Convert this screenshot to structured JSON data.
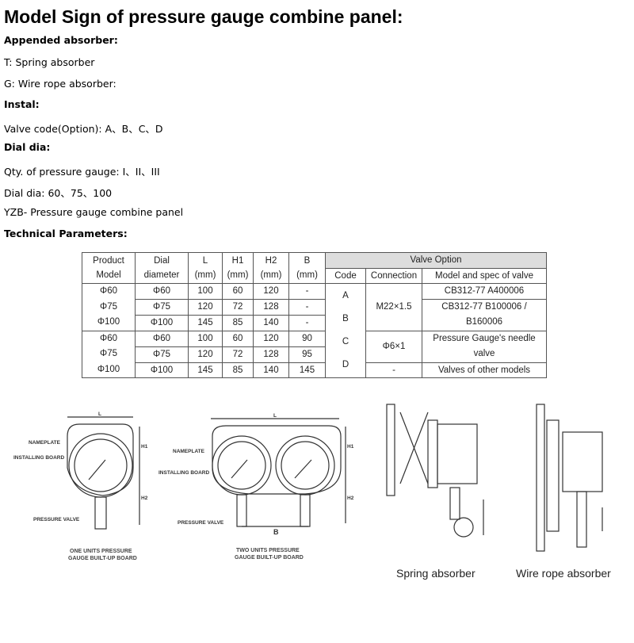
{
  "title": "Model Sign of pressure gauge combine panel:",
  "lines": [
    "Appended absorber:",
    "T: Spring absorber",
    "G: Wire rope absorber:",
    "Instal:",
    "Valve code(Option): A、B、C、D",
    "Dial dia:",
    "Qty. of pressure gauge: I、II、III",
    "Dial dia: 60、75、100",
    "YZB- Pressure gauge combine panel",
    "Technical Parameters:"
  ],
  "table": {
    "headers": {
      "model": [
        "Product",
        "Model"
      ],
      "dial": [
        "Dial",
        "diameter"
      ],
      "L": [
        "L",
        "(mm)"
      ],
      "H1": [
        "H1",
        "(mm)"
      ],
      "H2": [
        "H2",
        "(mm)"
      ],
      "B": [
        "B",
        "(mm)"
      ],
      "valve_option": "Valve Option",
      "code": "Code",
      "connection": "Connection",
      "spec": "Model and spec of valve"
    },
    "models": [
      "Φ60",
      "Φ75",
      "Φ100"
    ],
    "rows": [
      [
        "Φ60",
        "100",
        "60",
        "120",
        "-"
      ],
      [
        "Φ75",
        "120",
        "72",
        "128",
        "-"
      ],
      [
        "Φ100",
        "145",
        "85",
        "140",
        "-"
      ],
      [
        "Φ60",
        "100",
        "60",
        "120",
        "90"
      ],
      [
        "Φ75",
        "120",
        "72",
        "128",
        "95"
      ],
      [
        "Φ100",
        "145",
        "85",
        "140",
        "145"
      ]
    ],
    "codes": [
      "A",
      "B",
      "C",
      "D"
    ],
    "connections": [
      "M22×1.5",
      "Φ6×1",
      "-"
    ],
    "specs": [
      "CB312-77 A400006",
      "CB312-77 B100006 /",
      "B160006",
      "Pressure Gauge's needle",
      "valve",
      "Valves of other models"
    ]
  },
  "figures": {
    "nameplate": "NAMEPLATE",
    "installing": "INSTALLING BOARD",
    "valve": "PRESSURE VALVE",
    "one1": "ONE UNITS PRESSURE",
    "one2": "GAUGE BUILT-UP BOARD",
    "two1": "TWO UNITS PRESSURE",
    "two2": "GAUGE BUILT-UP BOARD",
    "L": "L",
    "H1": "H1",
    "H2": "H2",
    "B": "B",
    "spring": "Spring absorber",
    "wire": "Wire rope absorber"
  }
}
